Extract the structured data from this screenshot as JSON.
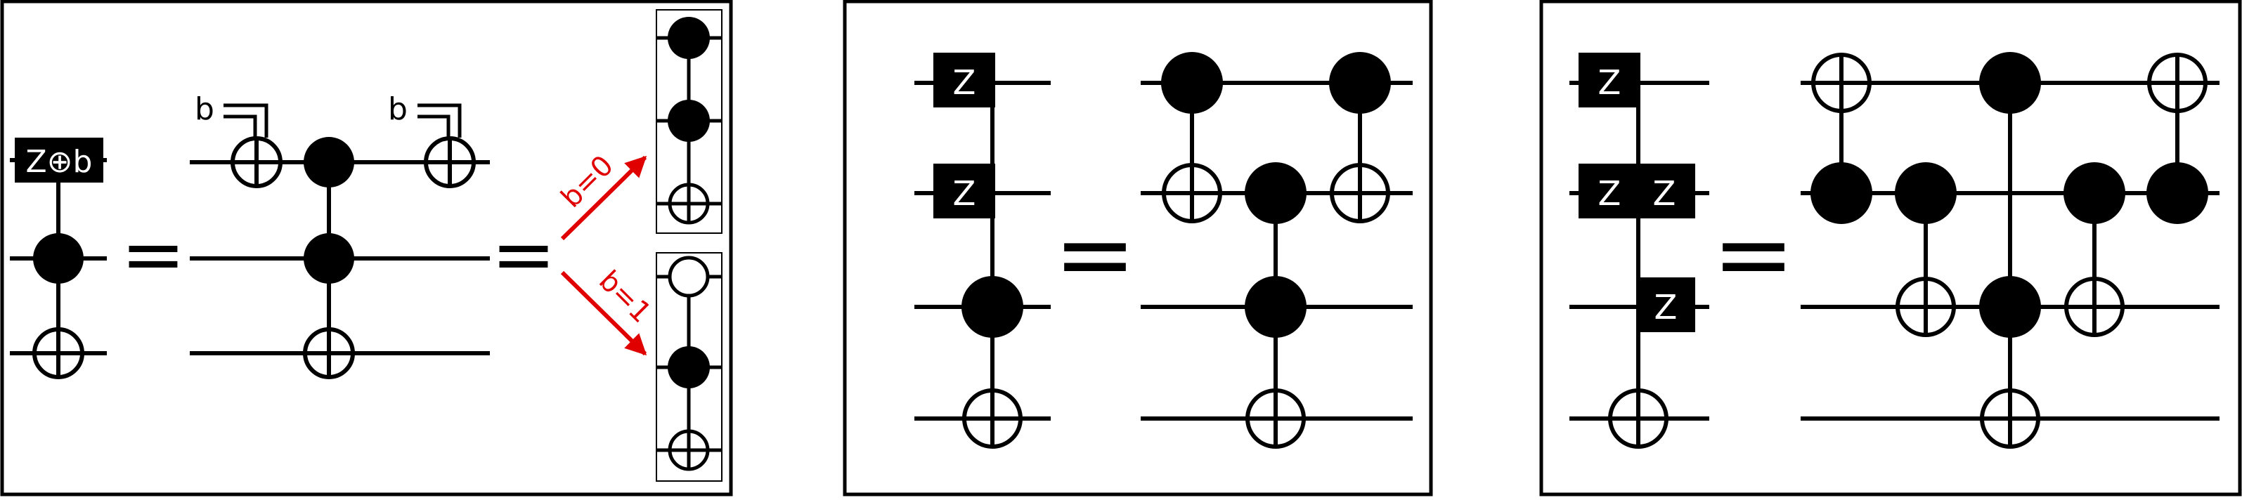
{
  "diagram": {
    "panel_left": {
      "gate_label": "Z⊕b",
      "classical_bit_label": "b",
      "equals": "=",
      "branch_b0_label": "b=0",
      "branch_b1_label": "b=1"
    },
    "panel_middle": {
      "gate_label": "Z",
      "equals": "="
    },
    "panel_right": {
      "gate_label": "Z",
      "equals": "="
    }
  },
  "colors": {
    "ink": "#000000",
    "branch_arrow": "#e00000",
    "background": "#ffffff"
  }
}
